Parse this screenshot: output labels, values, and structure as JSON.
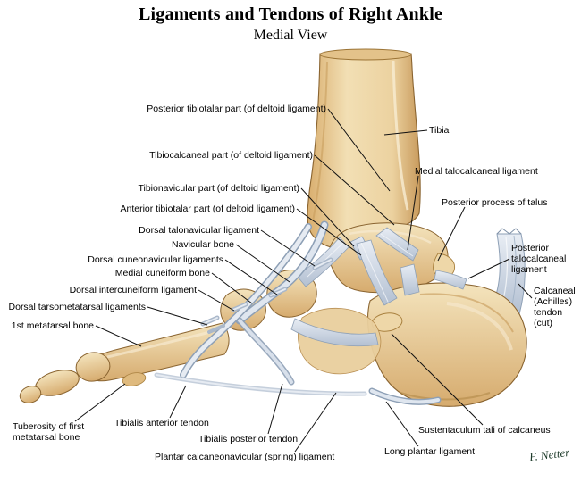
{
  "title": "Ligaments and Tendons of Right Ankle",
  "subtitle": "Medial View",
  "signature": "F. Netter",
  "palette": {
    "bone_light": "#f3e3bd",
    "bone_mid": "#e3c189",
    "bone_shadow": "#c49a5c",
    "ligament_light": "#e4e9f1",
    "ligament_mid": "#c2cddd",
    "ligament_shadow": "#97a8bf",
    "leader_line": "#111111",
    "background": "#ffffff",
    "label_text": "#000000"
  },
  "labels": {
    "post_tibiotalar": "Posterior tibiotalar part (of deltoid ligament)",
    "tibiocalcaneal": "Tibiocalcaneal part (of deltoid ligament)",
    "tibionavicular": "Tibionavicular part (of deltoid ligament)",
    "ant_tibiotalar": "Anterior tibiotalar part (of deltoid ligament)",
    "dorsal_talonavicular": "Dorsal talonavicular ligament",
    "navicular": "Navicular bone",
    "dorsal_cuneonavicular": "Dorsal cuneonavicular ligaments",
    "med_cuneiform": "Medial cuneiform bone",
    "dorsal_intercuneiform": "Dorsal intercuneiform ligament",
    "dorsal_tarsometatarsal": "Dorsal tarsometatarsal ligaments",
    "first_metatarsal": "1st metatarsal bone",
    "tuberosity": "Tuberosity of first metatarsal bone",
    "tib_ant_tendon": "Tibialis anterior tendon",
    "tib_post_tendon": "Tibialis posterior tendon",
    "spring_ligament": "Plantar calcaneonavicular (spring) ligament",
    "tibia": "Tibia",
    "med_talocalcaneal": "Medial talocalcaneal ligament",
    "post_process_talus": "Posterior process of talus",
    "post_talocalcaneal": "Posterior talocalcaneal ligament",
    "calcaneal_tendon": "Calcaneal (Achilles) tendon (cut)",
    "sustentaculum": "Sustentaculum tali of calcaneus",
    "long_plantar": "Long plantar ligament"
  }
}
